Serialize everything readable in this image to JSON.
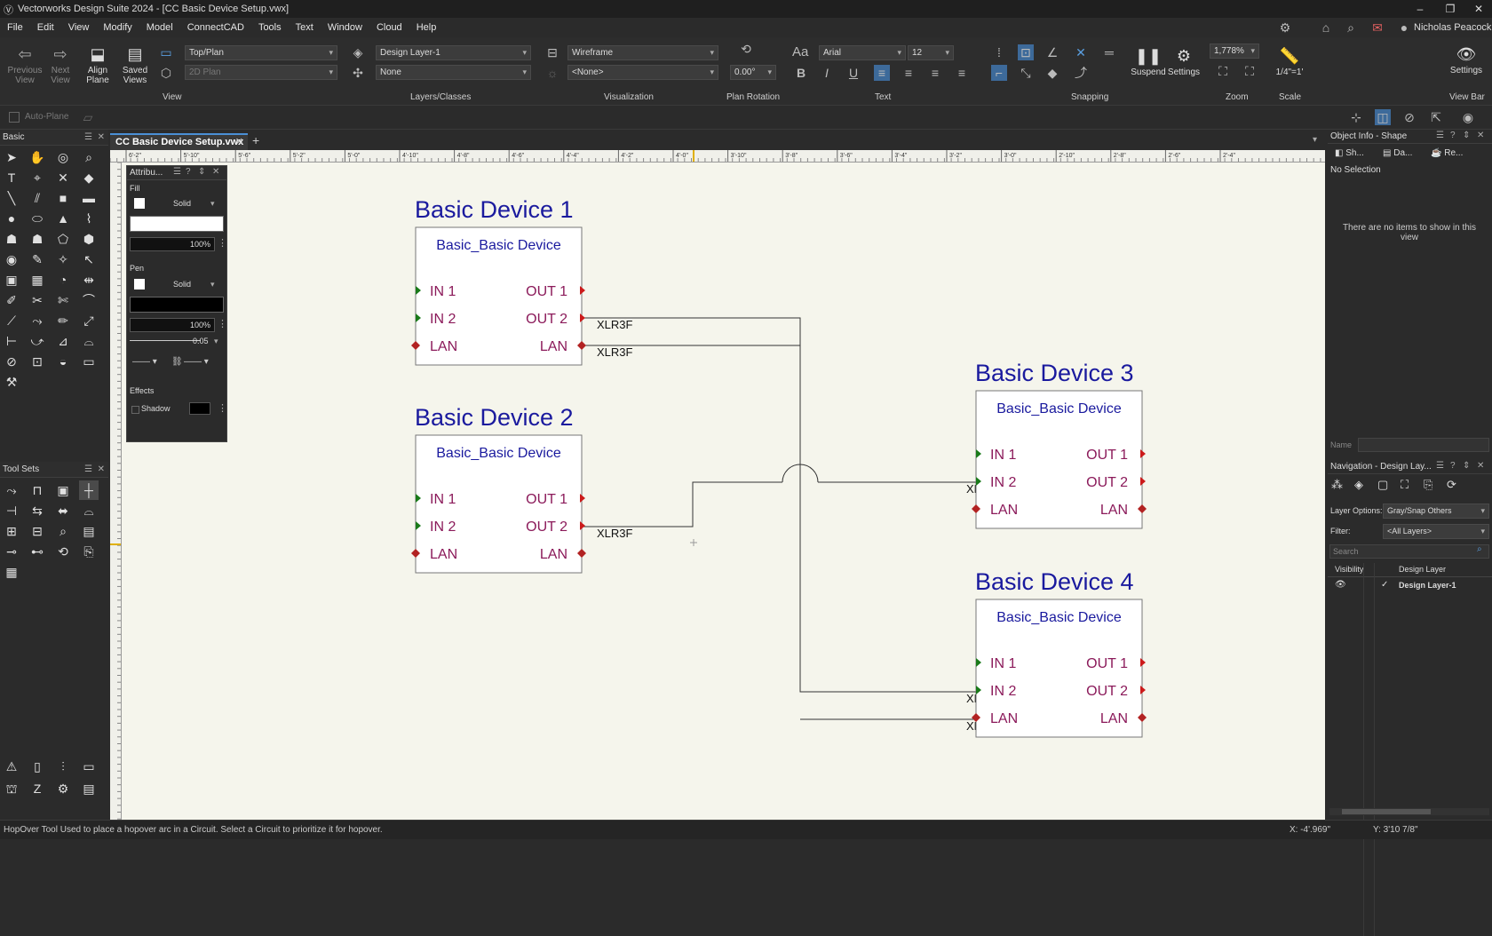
{
  "window": {
    "title": "Vectorworks Design Suite 2024 - [CC Basic Device Setup.vwx]",
    "user": "Nicholas Peacock"
  },
  "menu": [
    "File",
    "Edit",
    "View",
    "Modify",
    "Model",
    "ConnectCAD",
    "Tools",
    "Text",
    "Window",
    "Cloud",
    "Help"
  ],
  "ribbon": {
    "previous_view": "Previous View",
    "next_view": "Next View",
    "align_plane": "Align Plane",
    "saved_views": "Saved Views",
    "view_mode": "Top/Plan",
    "plane_mode": "2D Plan",
    "design_layer": "Design Layer-1",
    "class": "None",
    "render_mode": "Wireframe",
    "visualization_none": "<None>",
    "plan_rotation": "0.00°",
    "font": "Arial",
    "font_size": "12",
    "suspend": "Suspend",
    "settings": "Settings",
    "zoom": "1,778%",
    "scale": "1/4\"=1'",
    "view_bar_settings": "Settings",
    "groups": {
      "view": "View",
      "layers": "Layers/Classes",
      "visualization": "Visualization",
      "plan_rotation": "Plan Rotation",
      "text": "Text",
      "snapping": "Snapping",
      "zoom": "Zoom",
      "scale": "Scale",
      "view_bar": "View Bar"
    }
  },
  "auto_plane": "Auto-Plane",
  "left_panels": {
    "basic": "Basic",
    "tool_sets": "Tool Sets"
  },
  "document_tab": "CC Basic Device Setup.vwx",
  "ruler_marks": [
    "6'-2\"",
    "5'-10\"",
    "5'-6\"",
    "5'-2\"",
    "5'-0\"",
    "4'-10\"",
    "4'-8\"",
    "4'-6\"",
    "4'-4\"",
    "4'-2\"",
    "4'-0\"",
    "3'-10\"",
    "3'-8\"",
    "3'-6\"",
    "3'-4\"",
    "3'-2\"",
    "3'-0\"",
    "2'-10\"",
    "2'-8\"",
    "2'-6\"",
    "2'-4\""
  ],
  "attributes": {
    "title": "Attribu...",
    "fill_label": "Fill",
    "fill_style": "Solid",
    "fill_opacity": "100%",
    "pen_label": "Pen",
    "pen_style": "Solid",
    "pen_opacity": "100%",
    "line_weight": "0.05",
    "effects_label": "Effects",
    "shadow_label": "Shadow"
  },
  "devices": [
    {
      "title": "Basic Device 1",
      "type": "Basic_Basic Device",
      "inputs": [
        "IN 1",
        "IN 2",
        "LAN"
      ],
      "outputs": [
        "OUT 1",
        "OUT 2",
        "LAN"
      ]
    },
    {
      "title": "Basic Device 2",
      "type": "Basic_Basic Device",
      "inputs": [
        "IN 1",
        "IN 2",
        "LAN"
      ],
      "outputs": [
        "OUT 1",
        "OUT 2",
        "LAN"
      ]
    },
    {
      "title": "Basic Device 3",
      "type": "Basic_Basic Device",
      "inputs": [
        "IN 1",
        "IN 2",
        "LAN"
      ],
      "outputs": [
        "OUT 1",
        "OUT 2",
        "LAN"
      ]
    },
    {
      "title": "Basic Device 4",
      "type": "Basic_Basic Device",
      "inputs": [
        "IN 1",
        "IN 2",
        "LAN"
      ],
      "outputs": [
        "OUT 1",
        "OUT 2",
        "LAN"
      ]
    }
  ],
  "connector_label": "XLR3F",
  "object_info": {
    "title": "Object Info - Shape",
    "tabs": [
      "Sh...",
      "Da...",
      "Re..."
    ],
    "selection": "No Selection",
    "empty_msg": "There are no items to show in this view",
    "name_label": "Name"
  },
  "navigation": {
    "title": "Navigation - Design Lay...",
    "layer_options_label": "Layer Options:",
    "layer_options_value": "Gray/Snap Others",
    "filter_label": "Filter:",
    "filter_value": "<All Layers>",
    "search_placeholder": "Search",
    "col_visibility": "Visibility",
    "col_design_layer": "Design Layer",
    "layer_name": "Design Layer-1"
  },
  "status": {
    "tool_hint": "HopOver Tool   Used to place a hopover arc in a Circuit. Select a Circuit to prioritize it for hopover.",
    "x": "X: -4'.969\"",
    "y": "Y: 3'10 7/8\""
  },
  "colors": {
    "device_title": "#1a1a9e",
    "port_text": "#8b1a5a",
    "in_arrow": "#1a7a1a",
    "out_arrow": "#cc1a1a",
    "lan_diamond": "#b22222"
  }
}
